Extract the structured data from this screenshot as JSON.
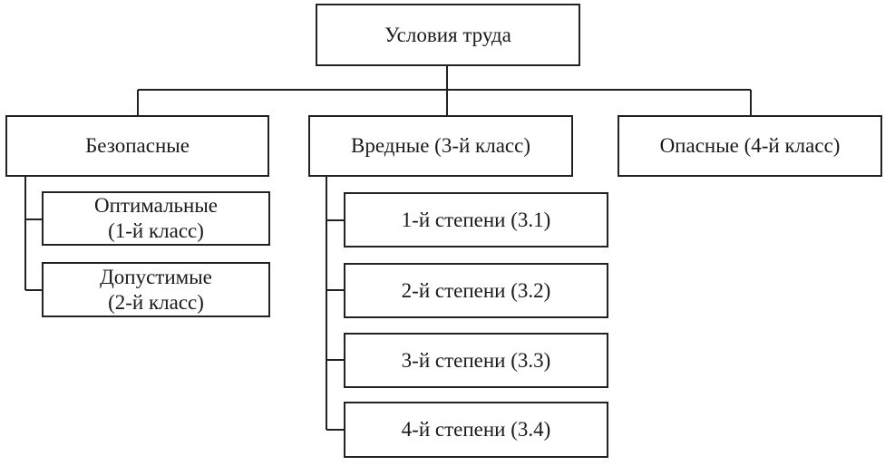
{
  "root": {
    "label": "Условия труда"
  },
  "categories": {
    "safe": {
      "label": "Безопасные"
    },
    "harmful": {
      "label": "Вредные (3-й класс)"
    },
    "dangerous": {
      "label": "Опасные (4-й класс)"
    }
  },
  "safe_children": {
    "optimal": {
      "line1": "Оптимальные",
      "line2": "(1-й класс)"
    },
    "acceptable": {
      "line1": "Допустимые",
      "line2": "(2-й класс)"
    }
  },
  "harmful_children": {
    "degree1": {
      "label": "1-й степени (3.1)"
    },
    "degree2": {
      "label": "2-й степени (3.2)"
    },
    "degree3": {
      "label": "3-й степени (3.3)"
    },
    "degree4": {
      "label": "4-й степени (3.4)"
    }
  }
}
